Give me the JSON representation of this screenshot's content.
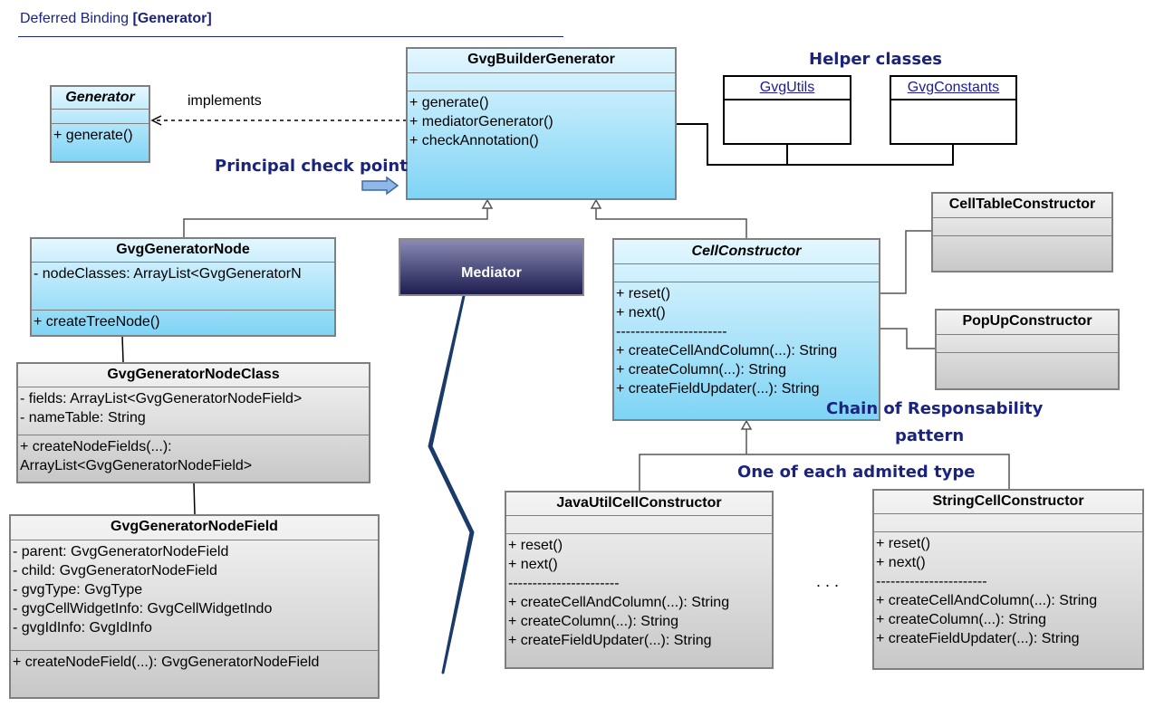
{
  "header": {
    "title_prefix": "Deferred Binding ",
    "title_bold": "[Generator]"
  },
  "annotations": {
    "implements": "implements",
    "principal_check_point": "Principal check point",
    "helper_classes": "Helper classes",
    "mediator": "Mediator",
    "chain_line1": "Chain of Responsability",
    "chain_line2": "pattern",
    "one_of_each": "One of each admited type",
    "ellipsis": ". . ."
  },
  "classes": {
    "generator": {
      "name": "Generator",
      "methods": [
        "+ generate()"
      ]
    },
    "gvg_builder_generator": {
      "name": "GvgBuilderGenerator",
      "methods": [
        "+ generate()",
        "+ mediatorGenerator()",
        "+ checkAnnotation()"
      ]
    },
    "gvg_utils": {
      "name": "GvgUtils"
    },
    "gvg_constants": {
      "name": "GvgConstants"
    },
    "gvg_generator_node": {
      "name": "GvgGeneratorNode",
      "attributes": [
        "- nodeClasses: ArrayList<GvgGeneratorN"
      ],
      "methods": [
        "+ createTreeNode()"
      ]
    },
    "gvg_generator_node_class": {
      "name": "GvgGeneratorNodeClass",
      "attributes": [
        "- fields: ArrayList<GvgGeneratorNodeField>",
        "- nameTable: String"
      ],
      "methods": [
        "+ createNodeFields(...):",
        "ArrayList<GvgGeneratorNodeField>"
      ]
    },
    "gvg_generator_node_field": {
      "name": "GvgGeneratorNodeField",
      "attributes": [
        "- parent: GvgGeneratorNodeField",
        "- child: GvgGeneratorNodeField",
        "- gvgType: GvgType",
        "- gvgCellWidgetInfo: GvgCellWidgetIndo",
        "- gvgIdInfo: GvgIdInfo"
      ],
      "methods": [
        "+ createNodeField(...): GvgGeneratorNodeField"
      ]
    },
    "cell_constructor": {
      "name": "CellConstructor",
      "methods": [
        "+ reset()",
        "+ next()",
        "-----------------------",
        "+ createCellAndColumn(...): String",
        "+ createColumn(...): String",
        "+ createFieldUpdater(...): String"
      ]
    },
    "cell_table_constructor": {
      "name": "CellTableConstructor"
    },
    "pop_up_constructor": {
      "name": "PopUpConstructor"
    },
    "java_util_cell_constructor": {
      "name": "JavaUtilCellConstructor",
      "methods": [
        "+ reset()",
        "+ next()",
        "-----------------------",
        "+ createCellAndColumn(...): String",
        "+ createColumn(...): String",
        "+ createFieldUpdater(...): String"
      ]
    },
    "string_cell_constructor": {
      "name": "StringCellConstructor",
      "methods": [
        "+ reset()",
        "+ next()",
        "-----------------------",
        "+ createCellAndColumn(...): String",
        "+ createColumn(...): String",
        "+ createFieldUpdater(...): String"
      ]
    }
  },
  "colors": {
    "blue_class": "#7fd4f5",
    "gray_class": "#c8c8c8",
    "annotation_text": "#1a237e",
    "mediator": "#1e1e50"
  }
}
